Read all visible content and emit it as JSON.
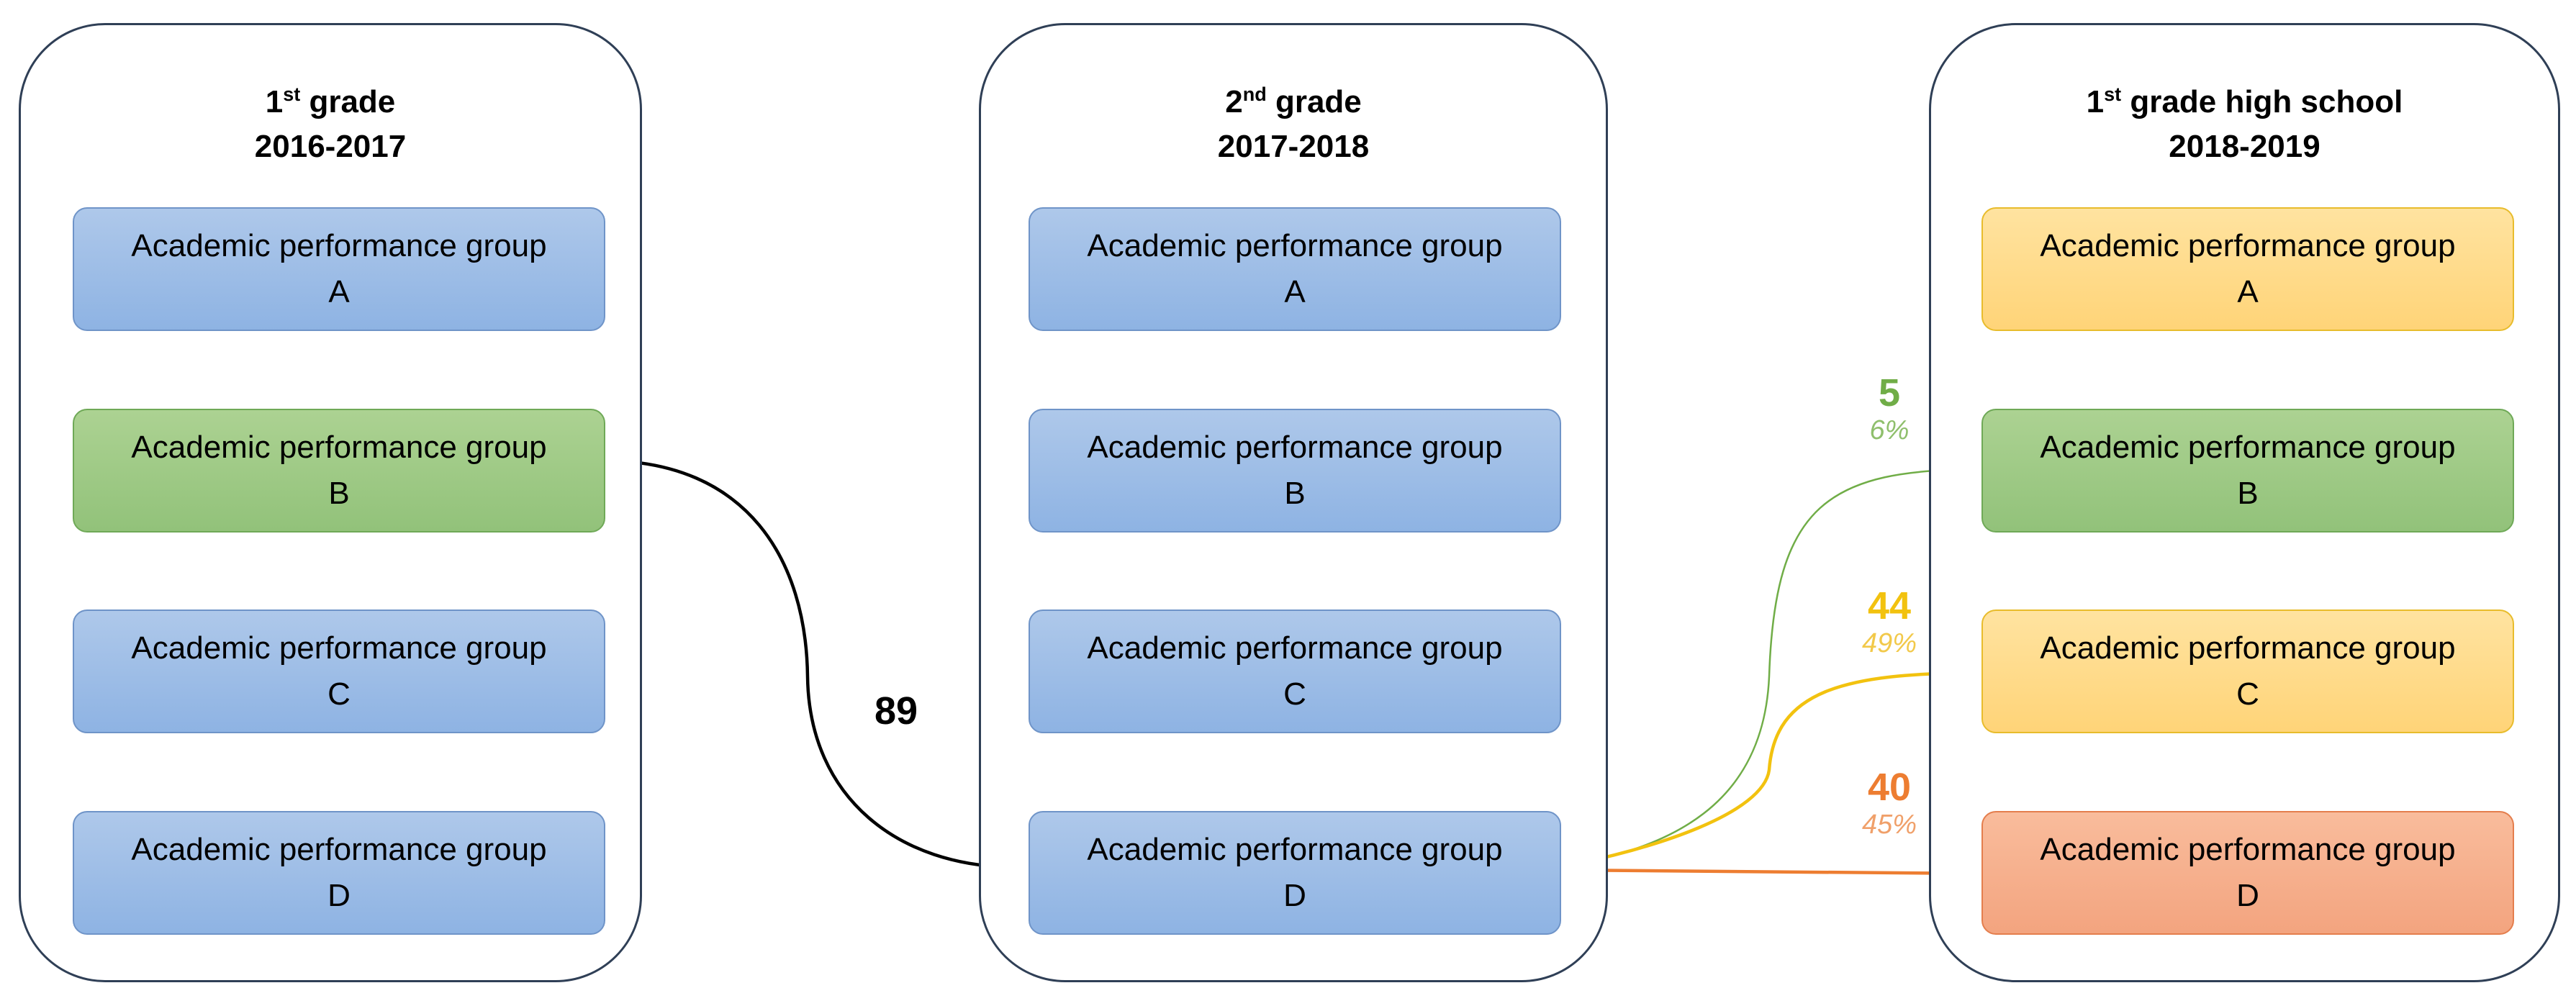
{
  "columns": [
    {
      "title_ordinal": "1",
      "title_suffix": "st",
      "title_rest": " grade",
      "title_years": "2016-2017",
      "groups": [
        {
          "line1": "Academic performance group",
          "line2": "A",
          "color": "#9dbde6"
        },
        {
          "line1": "Academic performance group",
          "line2": "B",
          "color": "#a0cb86"
        },
        {
          "line1": "Academic performance group",
          "line2": "C",
          "color": "#9dbde6"
        },
        {
          "line1": "Academic performance group",
          "line2": "D",
          "color": "#9dbde6"
        }
      ]
    },
    {
      "title_ordinal": "2",
      "title_suffix": "nd",
      "title_rest": " grade",
      "title_years": "2017-2018",
      "groups": [
        {
          "line1": "Academic performance group",
          "line2": "A",
          "color": "#9dbde6"
        },
        {
          "line1": "Academic performance group",
          "line2": "B",
          "color": "#9dbde6"
        },
        {
          "line1": "Academic performance group",
          "line2": "C",
          "color": "#9dbde6"
        },
        {
          "line1": "Academic performance group",
          "line2": "D",
          "color": "#9dbde6"
        }
      ]
    },
    {
      "title_ordinal": "1",
      "title_suffix": "st",
      "title_rest": " grade high school",
      "title_years": "2018-2019",
      "groups": [
        {
          "line1": "Academic performance group",
          "line2": "A",
          "color": "#ffdb8c"
        },
        {
          "line1": "Academic performance group",
          "line2": "B",
          "color": "#a0cb86"
        },
        {
          "line1": "Academic performance group",
          "line2": "C",
          "color": "#ffdb8c"
        },
        {
          "line1": "Academic performance group",
          "line2": "D",
          "color": "#f6b08d"
        }
      ]
    }
  ],
  "flows": [
    {
      "from": "1st grade B",
      "to": "2nd grade D",
      "count": "89",
      "percent": "",
      "color": "#000000"
    },
    {
      "from": "2nd grade D",
      "to": "1st grade high school B",
      "count": "5",
      "percent": "6%",
      "color": "#70ad47"
    },
    {
      "from": "2nd grade D",
      "to": "1st grade high school C",
      "count": "44",
      "percent": "49%",
      "color": "#f2c20f"
    },
    {
      "from": "2nd grade D",
      "to": "1st grade high school D",
      "count": "40",
      "percent": "45%",
      "color": "#ed7d31"
    }
  ]
}
